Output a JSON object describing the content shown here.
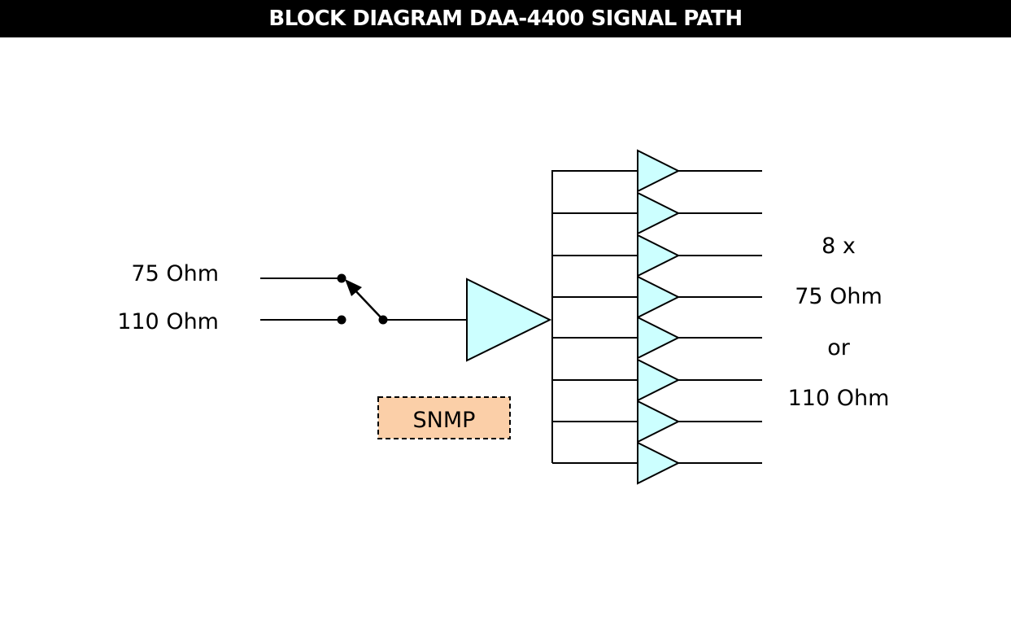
{
  "title": "BLOCK DIAGRAM DAA-4400 SIGNAL PATH",
  "inputs": [
    {
      "label": "75 Ohm",
      "selected": true
    },
    {
      "label": "110 Ohm",
      "selected": false
    }
  ],
  "control": {
    "label": "SNMP",
    "fill": "#fbcfa8"
  },
  "outputs": {
    "count": 8,
    "label_lines": [
      "8 x",
      "75 Ohm",
      "or",
      "110 Ohm"
    ]
  },
  "colors": {
    "amplifier_fill": "#ccffff",
    "line": "#000000",
    "title_bg": "#000000",
    "title_text": "#ffffff"
  }
}
